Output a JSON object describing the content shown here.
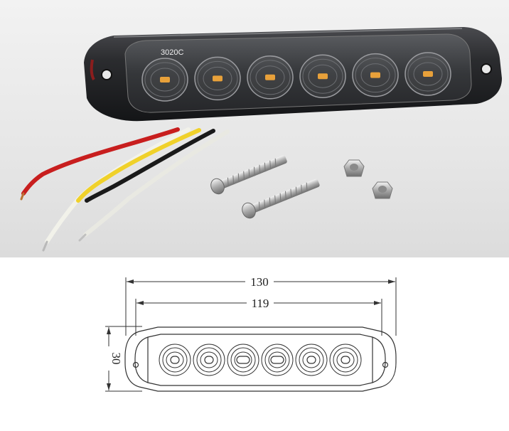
{
  "photo": {
    "board_label": "3020C",
    "led_count": 6,
    "led_color": "#e8a13a",
    "housing_color": "#2a2b2e",
    "background_color": "#ececec"
  },
  "drawing": {
    "overall_length": "130",
    "lens_length": "119",
    "height": "30",
    "led_count": 6,
    "line_color": "#333333"
  }
}
